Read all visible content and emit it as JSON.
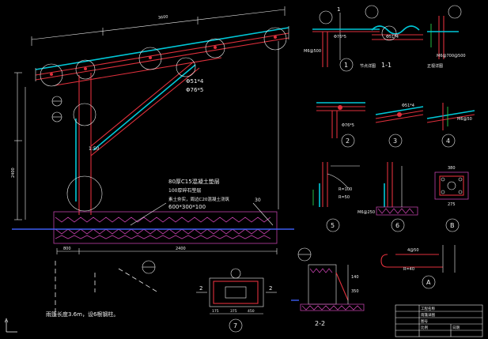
{
  "colors": {
    "background": "#000000",
    "cyan_tube": "#00c8d8",
    "red_steel": "#e0303c",
    "white_annotation": "#f0f0f0",
    "magenta_hatch": "#c040a8",
    "yellow_dimension": "#d8d020",
    "green_weld": "#2ad04a",
    "blue_ground": "#3c5cf0"
  },
  "main": {
    "scale": "1:50",
    "span_dim": "3600",
    "height_dim": "2400",
    "base_dim": "800",
    "tube_spec_1": "Φ51*4",
    "tube_spec_2": "Φ76*5",
    "foundation_note_1": "80厚C15混凝土垫层",
    "foundation_note_2": "100厚碎石垫层",
    "foundation_note_3": "素土夯实，周边C20混凝土浇筑",
    "foundation_note_4": "600*300*100",
    "slope_note": "30"
  },
  "detail1": {
    "mark": "1",
    "section_tag": "1",
    "spec_a": "Φ76*5",
    "spec_b": "Φ51*4",
    "bolt_a": "M6@500",
    "bolt_b": "M6@700@500",
    "caption_left": "节点详图",
    "section_title": "1-1",
    "caption_right": "正视详图"
  },
  "callouts": {
    "c2": "2",
    "c3": "3",
    "c4": "4",
    "c5": "5",
    "c6": "6",
    "cB": "B",
    "cA": "A",
    "c7": "7",
    "s22": "2-2"
  },
  "detail5": {
    "r1": "R=100",
    "r2": "R=50",
    "bolt": "M6@250"
  },
  "detailB": {
    "w": "380",
    "h": "275"
  },
  "detail7": {
    "tag_l": "2",
    "tag_r": "2",
    "d1": "175",
    "d2": "375",
    "d3": "450"
  },
  "detailA": {
    "spacing": "4@50",
    "radius": "R=40"
  },
  "section22": {
    "w": "140",
    "h": "350"
  },
  "note": "雨篷长度3.6m，设6根钢柱。",
  "titleblock": {
    "row1": "工程名称",
    "row2": "雨篷详图",
    "row3": "图号",
    "row4": "比例",
    "row5": "日期"
  }
}
